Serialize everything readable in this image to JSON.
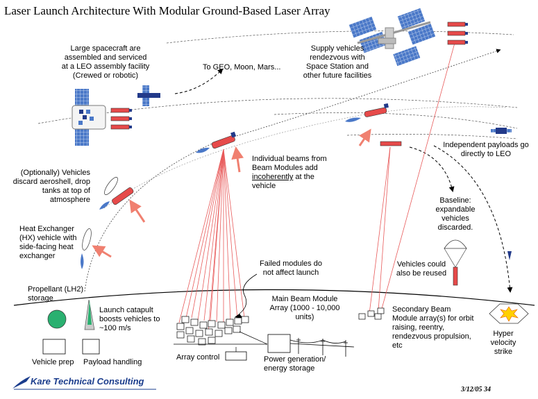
{
  "title": "Laser Launch Architecture With Modular Ground-Based Laser Array",
  "labels": {
    "leo_facility": "Large spacecraft are assembled and serviced at a LEO assembly facility (Crewed or robotic)",
    "geo": "To GEO, Moon, Mars...",
    "supply": "Supply vehicles rendezvous with Space Station and other future facilities",
    "independent": "Independent payloads go directly to LEO",
    "beams_pre": "Individual beams from Beam Modules add ",
    "beams_u": "incoherently",
    "beams_post": " at the vehicle",
    "aeroshell": "(Optionally) Vehicles discard aeroshell, drop tanks at top of atmosphere",
    "hx": "Heat Exchanger (HX) vehicle with side-facing heat exchanger",
    "baseline": "Baseline: expandable vehicles discarded.",
    "reused": "Vehicles could also be reused",
    "failed": "Failed modules do not affect launch",
    "main_array": "Main Beam Module Array (1000 - 10,000 units)",
    "propellant": "Propellant (LH2) storage",
    "catapult": "Launch catapult boosts vehicles to ~100 m/s",
    "secondary": "Secondary Beam Module array(s) for orbit raising, reentry, rendezvous propulsion, etc",
    "hyper": "Hyper velocity strike",
    "vehicle_prep": "Vehicle prep",
    "payload_handling": "Payload handling",
    "array_control": "Array control",
    "power": "Power generation/ energy storage"
  },
  "footer": {
    "brand": "Kare Technical Consulting",
    "date": "3/12/05  34"
  },
  "colors": {
    "beam": "#e85a5a",
    "vehicle": "#e64a4a",
    "arrow": "#f08070",
    "panel": "#4a78c8",
    "propellant_tank": "#2ab070",
    "brand": "#1a3c8c",
    "strike": "#ffd000"
  }
}
